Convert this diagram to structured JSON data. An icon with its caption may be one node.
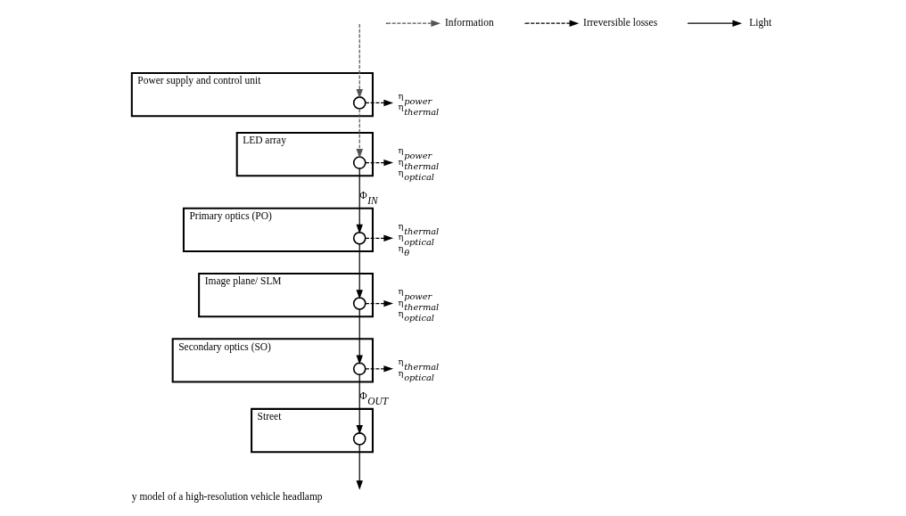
{
  "diagram": {
    "caption": "y model of a high-resolution vehicle headlamp",
    "nodes": [
      {
        "text": [
          "Power supply and control unit"
        ]
      },
      {
        "text": [],
        "shape": "circle",
        "in": 0
      },
      {
        "text": [
          "η$_{power}$",
          "η$_{thermal}$"
        ]
      },
      {
        "text": [
          "LED array"
        ]
      },
      {
        "text": [],
        "shape": "circle",
        "in": 3
      },
      {
        "text": [
          "η$_{power}$",
          "η$_{thermal}$",
          "η$_{optical}$"
        ]
      },
      {
        "text": [
          "Primary optics (PO)"
        ]
      },
      {
        "text": [],
        "shape": "circle",
        "in": 6
      },
      {
        "text": [
          "η$_{thermal}$",
          "η$_{optical}$",
          "η$_{θ}$"
        ]
      },
      {
        "text": [
          "Image plane/ SLM"
        ]
      },
      {
        "text": [],
        "shape": "circle",
        "in": 9
      },
      {
        "text": [
          "η$_{power}$",
          "η$_{thermal}$",
          "η$_{optical}$"
        ]
      },
      {
        "text": [
          "Secondary optics (SO)"
        ]
      },
      {
        "text": [],
        "shape": "circle",
        "in": 12
      },
      {
        "text": [
          "η$_{thermal}$",
          "η$_{optical}$"
        ]
      },
      {
        "text": [
          "Street"
        ]
      },
      {
        "text": [],
        "shape": "circle",
        "in": 15
      }
    ],
    "edges": [
      {
        "from": null,
        "to": 1,
        "arrow": "to",
        "style": "dashed",
        "color": "#555555"
      },
      {
        "from": 1,
        "to": 2,
        "arrow": "to",
        "style": "dashed"
      },
      {
        "from": 1,
        "to": 4,
        "arrow": "to",
        "style": "dashed",
        "color": "#555555"
      },
      {
        "from": 4,
        "to": 5,
        "arrow": "to",
        "style": "dashed"
      },
      {
        "from": 4,
        "to": 7,
        "arrow": "to",
        "label": "Φ$_{IN}$"
      },
      {
        "from": 7,
        "to": 8,
        "arrow": "to",
        "style": "dashed"
      },
      {
        "from": 7,
        "to": 10,
        "arrow": "to"
      },
      {
        "from": 10,
        "to": 11,
        "arrow": "to",
        "style": "dashed"
      },
      {
        "from": 10,
        "to": 13,
        "arrow": "to"
      },
      {
        "from": 13,
        "to": 14,
        "arrow": "to",
        "style": "dashed"
      },
      {
        "from": 13,
        "to": 16,
        "arrow": "to",
        "label": "Φ$_{OUT}$"
      },
      {
        "from": 16,
        "to": null,
        "arrow": "to"
      }
    ],
    "legend": [
      {
        "text": "Information"
      },
      {
        "text": "Irreversible losses"
      },
      {
        "text": "Light"
      }
    ]
  }
}
